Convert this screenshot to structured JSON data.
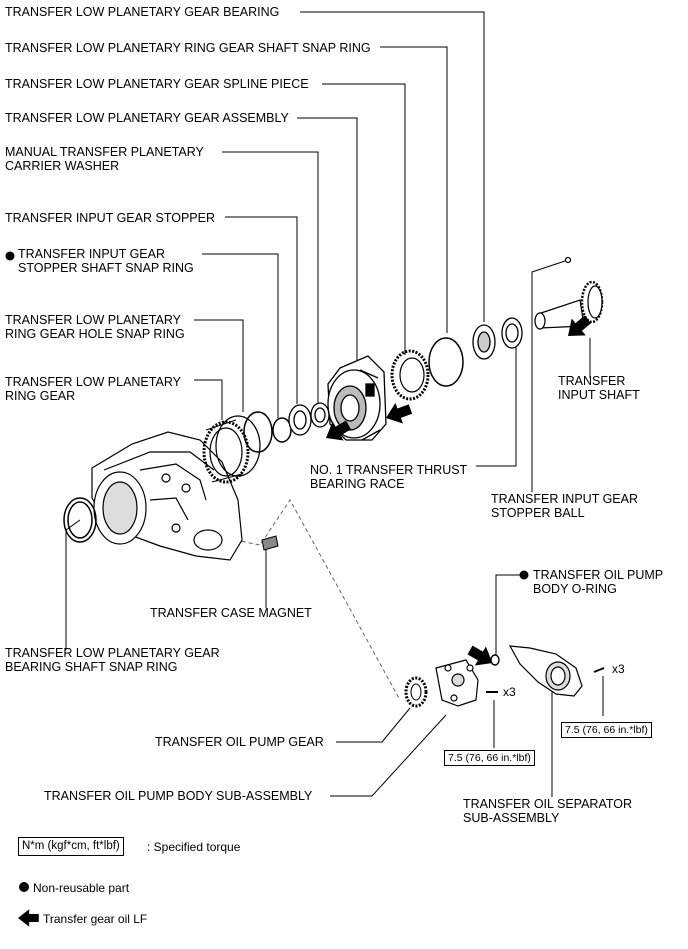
{
  "labels": {
    "low_planetary_gear_bearing": "TRANSFER LOW PLANETARY GEAR BEARING",
    "ring_gear_shaft_snap_ring": "TRANSFER LOW PLANETARY RING GEAR SHAFT SNAP RING",
    "spline_piece": "TRANSFER LOW PLANETARY GEAR SPLINE PIECE",
    "gear_assembly": "TRANSFER LOW PLANETARY GEAR ASSEMBLY",
    "carrier_washer": "MANUAL TRANSFER PLANETARY\nCARRIER WASHER",
    "input_gear_stopper": "TRANSFER INPUT GEAR STOPPER",
    "stopper_shaft_snap_ring": "TRANSFER INPUT GEAR\nSTOPPER SHAFT SNAP RING",
    "ring_gear_hole_snap_ring": "TRANSFER LOW PLANETARY\nRING GEAR HOLE SNAP RING",
    "ring_gear": "TRANSFER LOW PLANETARY\nRING GEAR",
    "input_shaft": "TRANSFER\nINPUT SHAFT",
    "thrust_bearing_race": "NO. 1 TRANSFER THRUST\nBEARING RACE",
    "stopper_ball": "TRANSFER INPUT GEAR\nSTOPPER BALL",
    "case_magnet": "TRANSFER CASE MAGNET",
    "pump_body_o_ring": "TRANSFER OIL PUMP\nBODY O-RING",
    "bearing_shaft_snap_ring": "TRANSFER LOW PLANETARY GEAR\nBEARING SHAFT SNAP RING",
    "oil_pump_gear": "TRANSFER OIL PUMP GEAR",
    "oil_pump_body": "TRANSFER OIL PUMP BODY SUB-ASSEMBLY",
    "oil_separator": "TRANSFER OIL SEPARATOR\nSUB-ASSEMBLY"
  },
  "torque": {
    "pump_body": "7.5 (76, 66 in.*lbf)",
    "separator": "7.5 (76, 66 in.*lbf)"
  },
  "multipliers": {
    "pump_body": "x3",
    "separator": "x3"
  },
  "legend": {
    "torque_box": "N*m (kgf*cm, ft*lbf)",
    "torque_text": ": Specified torque",
    "non_reusable": "Non-reusable part",
    "gear_oil": "Transfer gear oil LF"
  },
  "colors": {
    "ink": "#000000",
    "shade": "#9a9a9a",
    "paper": "#ffffff"
  }
}
